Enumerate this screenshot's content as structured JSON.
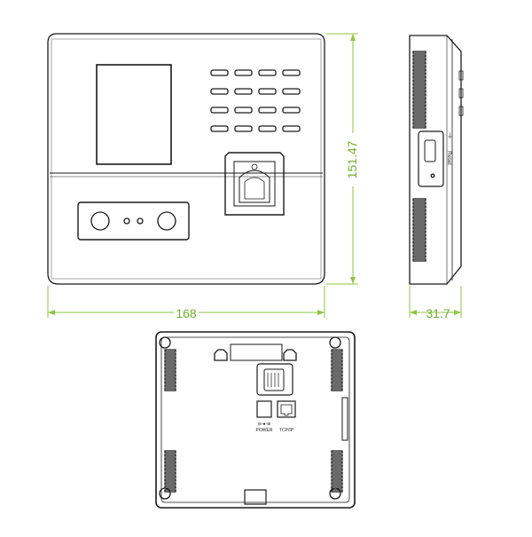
{
  "diagram": {
    "title": "",
    "colors": {
      "line": "#1a1a1a",
      "dimension": "#8cc63f",
      "dimension_text": "#6fae2a",
      "fill": "#ffffff",
      "screen": "#ffffff"
    },
    "dimensions": {
      "width": "168",
      "height": "151.47",
      "depth": "31.7"
    },
    "side_view": {
      "reset_label": "Reset"
    },
    "back_view": {
      "power_label": "POWER",
      "tcpip_label": "TCP/IP"
    },
    "icons": {
      "usb_symbol": "usb-icon",
      "power_polarity": "power-polarity-icon",
      "ethernet_port": "ethernet-port-icon"
    }
  }
}
